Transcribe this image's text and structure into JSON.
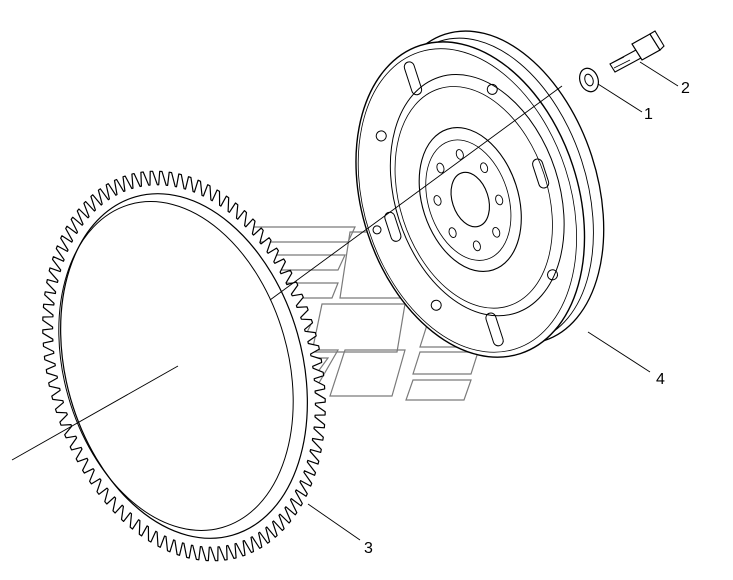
{
  "callouts": {
    "c1": "1",
    "c2": "2",
    "c3": "3",
    "c4": "4"
  },
  "colors": {
    "ink": "#000000",
    "watermark": "#7a7a7a",
    "background": "#ffffff"
  },
  "ring_gear": {
    "tooth_count": 92
  }
}
